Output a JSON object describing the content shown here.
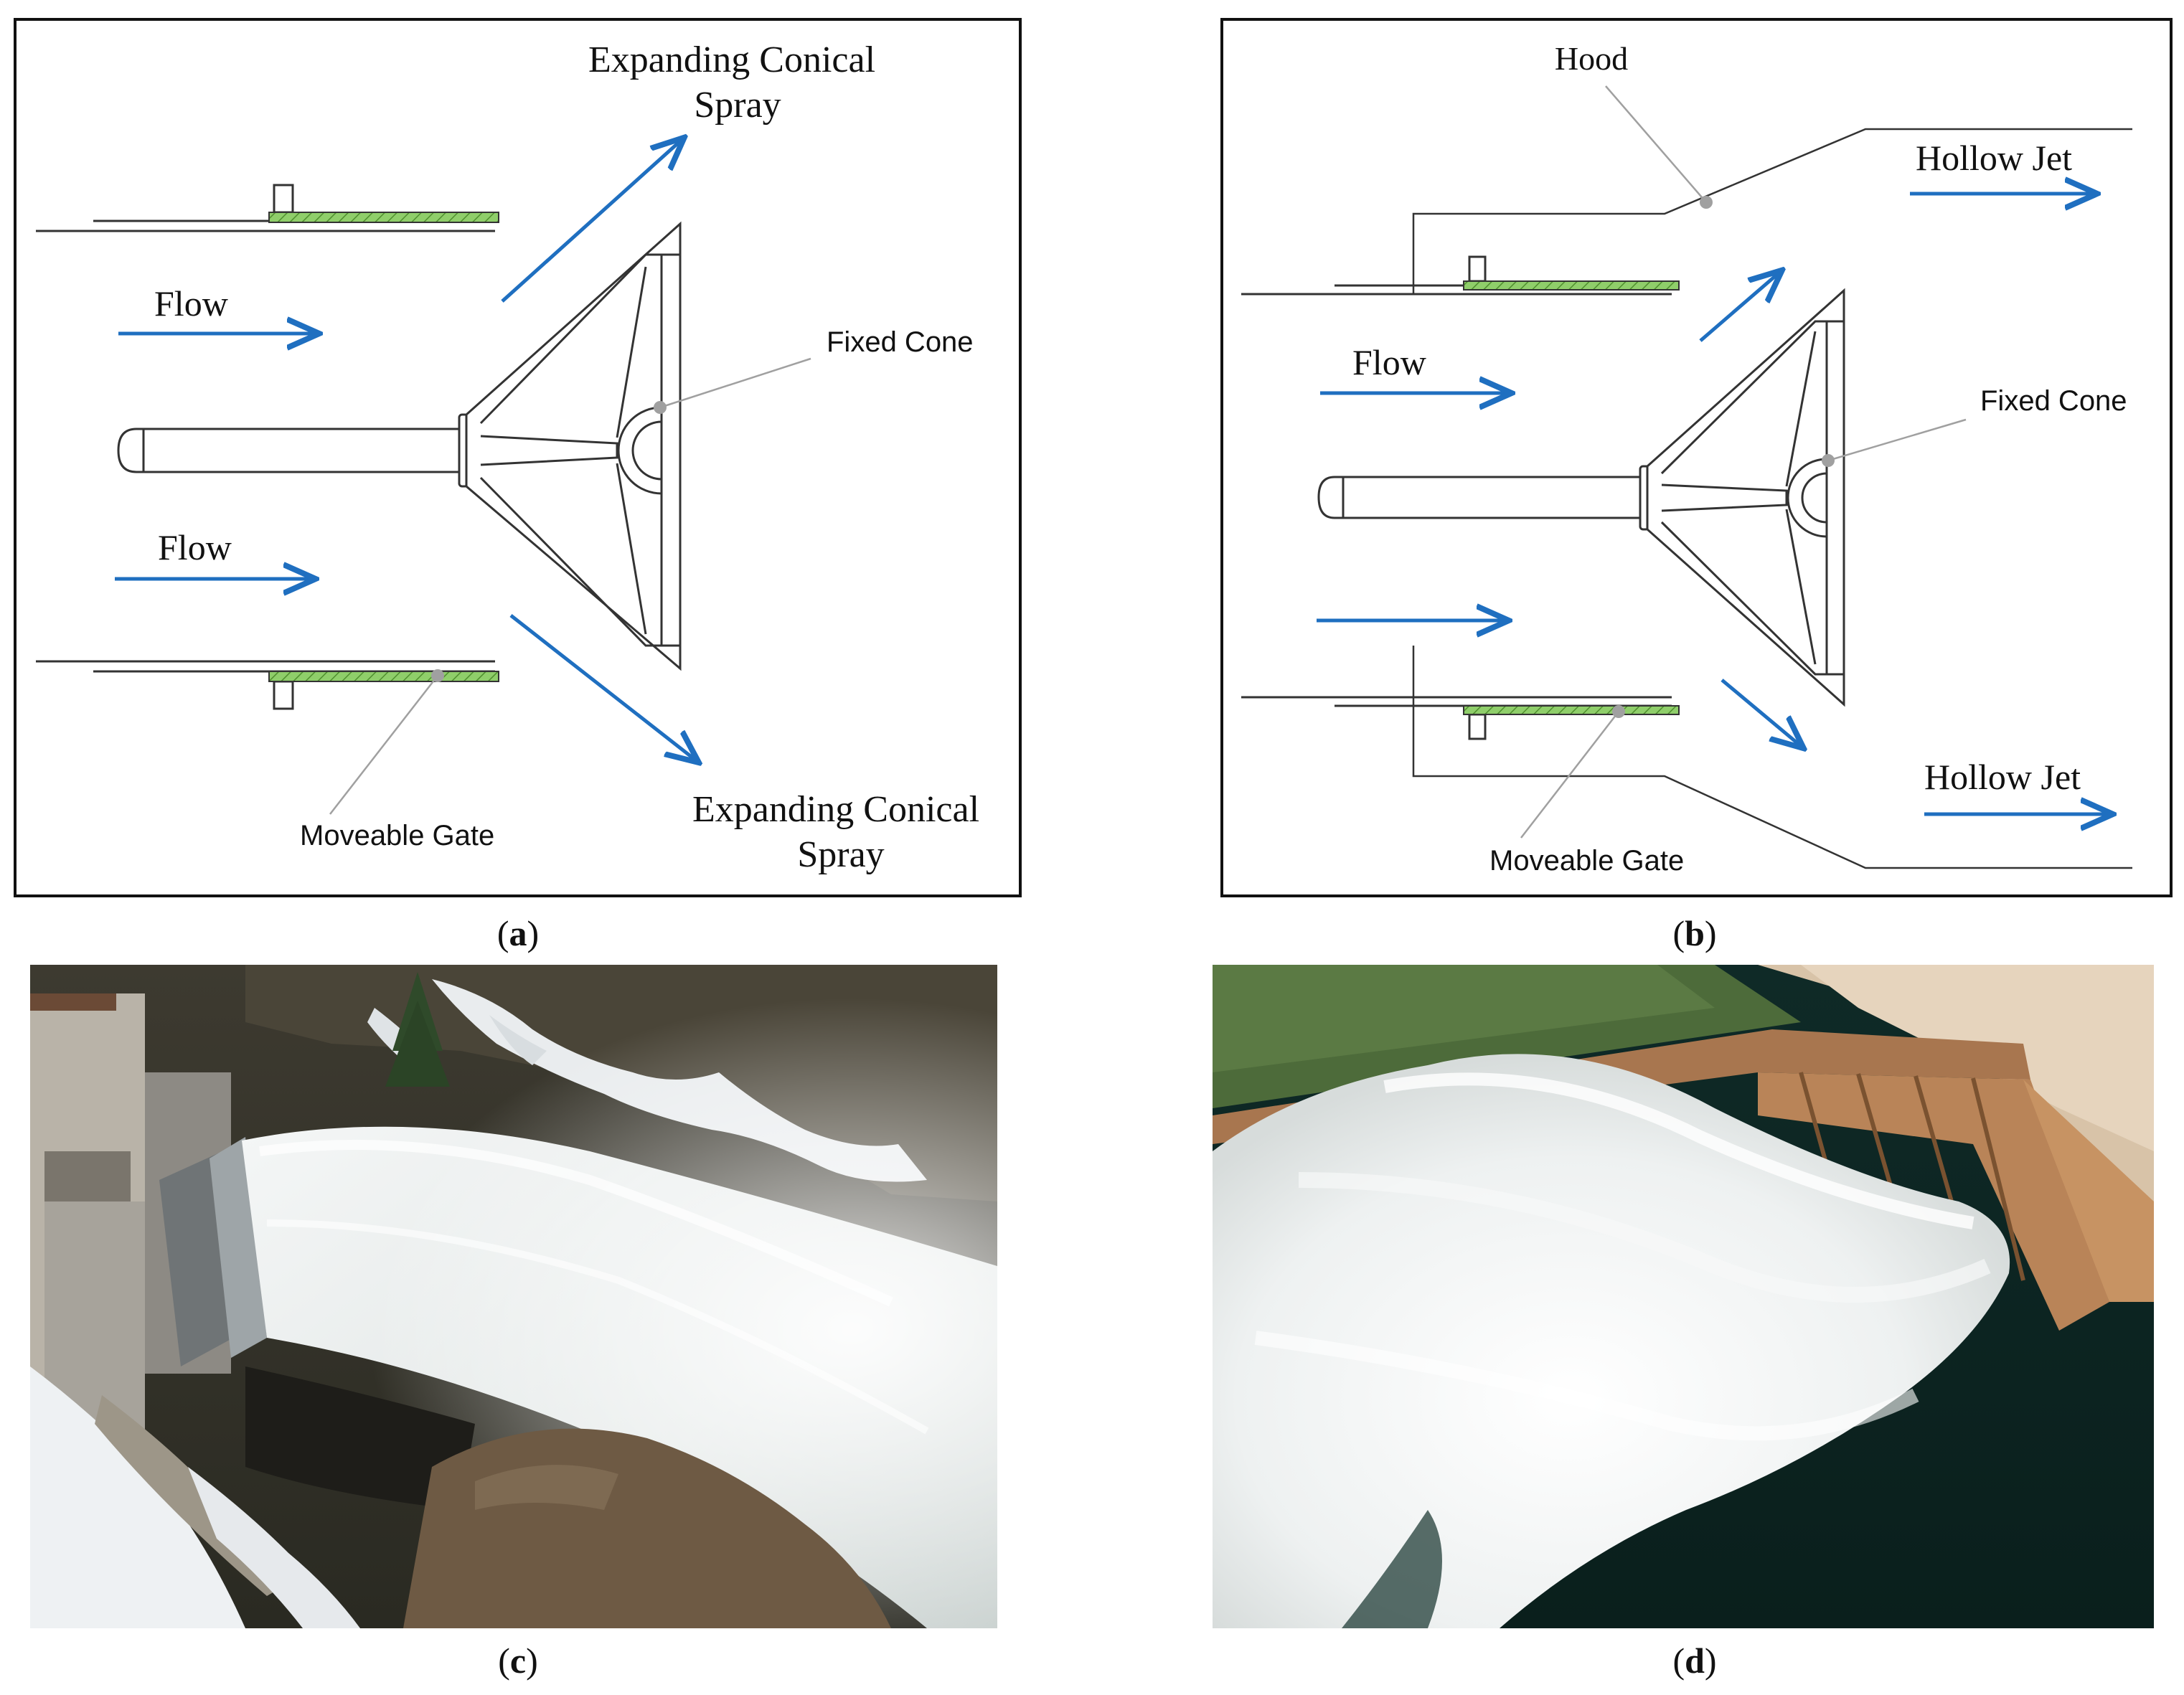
{
  "panel_a": {
    "flow_top": "Flow",
    "flow_bottom": "Flow",
    "spray_top_line1": "Expanding Conical",
    "spray_top_line2": "Spray",
    "spray_bottom_line1": "Expanding Conical",
    "spray_bottom_line2": "Spray",
    "fixed_cone": "Fixed Cone",
    "moveable_gate": "Moveable Gate",
    "caption_letter": "a"
  },
  "panel_b": {
    "hood": "Hood",
    "hollow_jet_top": "Hollow Jet",
    "hollow_jet_bottom": "Hollow Jet",
    "flow": "Flow",
    "fixed_cone": "Fixed Cone",
    "moveable_gate": "Moveable Gate",
    "caption_letter": "b"
  },
  "panel_c": {
    "caption_letter": "c"
  },
  "panel_d": {
    "caption_letter": "d"
  },
  "colors": {
    "arrow_blue": "#1f6fc0",
    "gate_green": "#8fce6a",
    "leader_gray": "#a0a0a0",
    "frame": "#111111"
  }
}
